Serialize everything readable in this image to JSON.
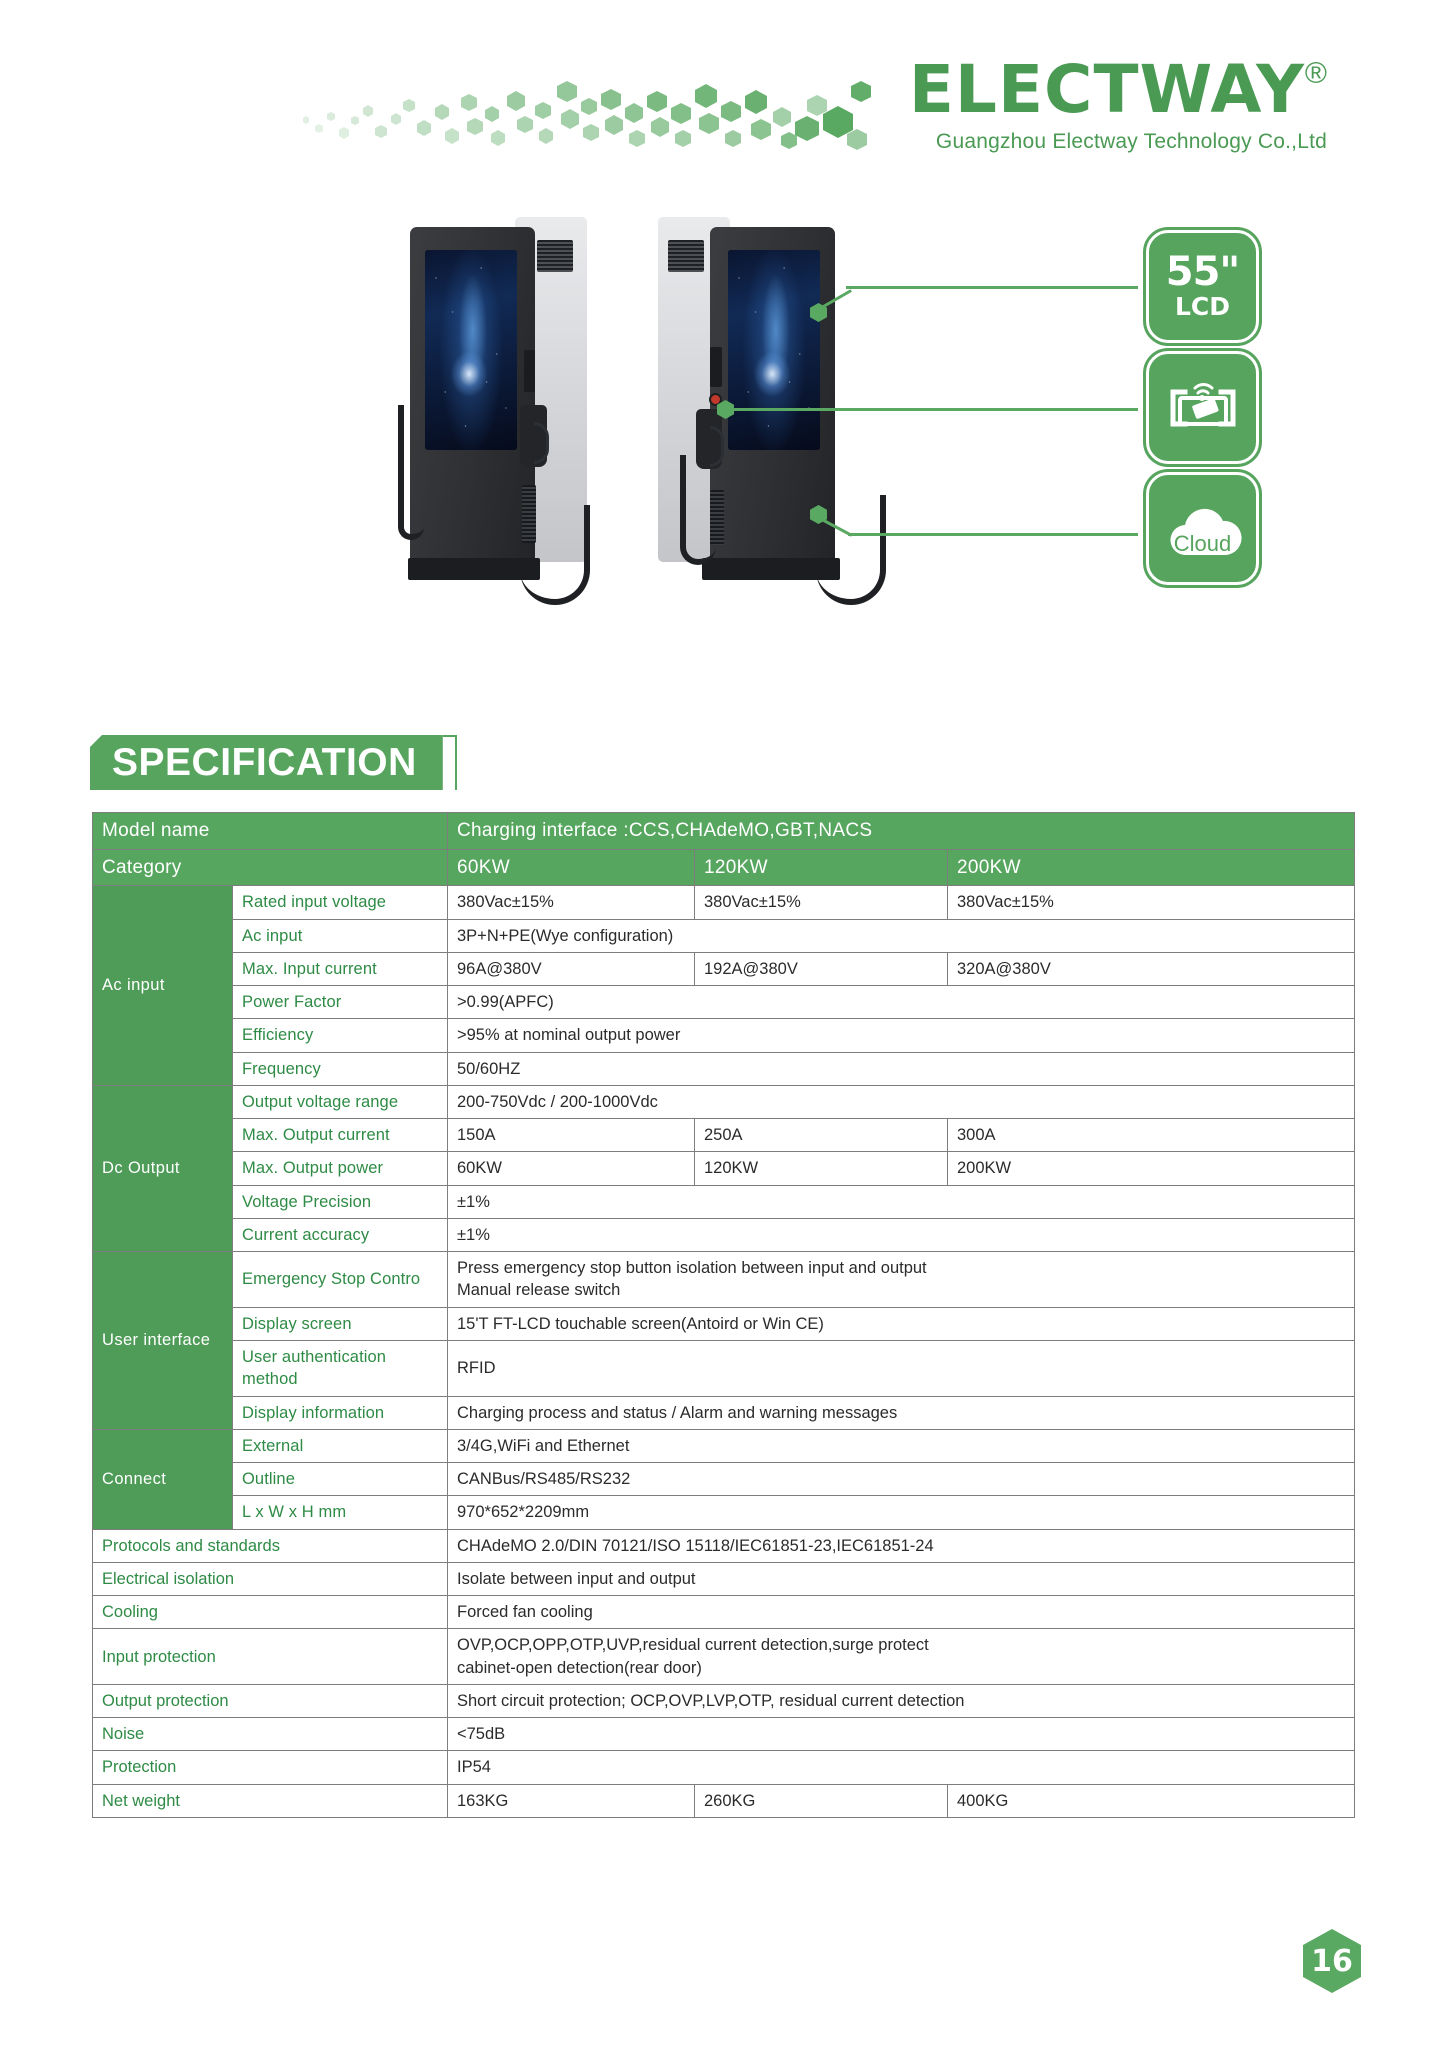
{
  "header": {
    "brand_name": "ELECTWAY",
    "brand_reg": "®",
    "company": "Guangzhou Electway Technology Co.,Ltd",
    "brand_color": "#4a9a54"
  },
  "hero": {
    "badges": [
      {
        "id": "lcd",
        "big": "55\"",
        "small": "LCD",
        "icon": "screen-size-icon"
      },
      {
        "id": "rfid",
        "label": "",
        "icon": "rfid-card-icon"
      },
      {
        "id": "cloud",
        "label": "Cloud",
        "icon": "cloud-icon"
      }
    ],
    "accent_color": "#5aa962"
  },
  "spec": {
    "section_title": "SPECIFICATION",
    "header_rows": {
      "model_name_label": "Model name",
      "model_name_value": "Charging interface :CCS,CHAdeMO,GBT,NACS",
      "category_label": "Category",
      "categories": [
        "60KW",
        "120KW",
        "200KW"
      ]
    },
    "groups": [
      {
        "name": "Ac input",
        "rows": [
          {
            "label": "Rated input voltage",
            "values": [
              "380Vac±15%",
              "380Vac±15%",
              "380Vac±15%"
            ],
            "span": false
          },
          {
            "label": "Ac input",
            "values": [
              "3P+N+PE(Wye configuration)"
            ],
            "span": true
          },
          {
            "label": "Max. Input current",
            "values": [
              "96A@380V",
              "192A@380V",
              "320A@380V"
            ],
            "span": false
          },
          {
            "label": "Power Factor",
            "values": [
              ">0.99(APFC)"
            ],
            "span": true
          },
          {
            "label": "Efficiency",
            "values": [
              ">95% at nominal output power"
            ],
            "span": true
          },
          {
            "label": "Frequency",
            "values": [
              "50/60HZ"
            ],
            "span": true
          }
        ]
      },
      {
        "name": "Dc Output",
        "rows": [
          {
            "label": "Output voltage range",
            "values": [
              "200-750Vdc / 200-1000Vdc"
            ],
            "span": true
          },
          {
            "label": "Max. Output current",
            "values": [
              "150A",
              "250A",
              "300A"
            ],
            "span": false
          },
          {
            "label": "Max. Output power",
            "values": [
              "60KW",
              "120KW",
              "200KW"
            ],
            "span": false
          },
          {
            "label": "Voltage Precision",
            "values": [
              "±1%"
            ],
            "span": true
          },
          {
            "label": "Current accuracy",
            "values": [
              "±1%"
            ],
            "span": true
          }
        ]
      },
      {
        "name": "User interface",
        "rows": [
          {
            "label": "Emergency Stop Contro",
            "values": [
              "Press emergency stop button isolation between input and output\nManual release switch"
            ],
            "span": true,
            "tall": true
          },
          {
            "label": "Display screen",
            "values": [
              "15'T FT-LCD touchable screen(Antoird or Win CE)"
            ],
            "span": true
          },
          {
            "label": "User authentication method",
            "values": [
              "RFID"
            ],
            "span": true
          },
          {
            "label": "Display information",
            "values": [
              "Charging process and status / Alarm and warning messages"
            ],
            "span": true
          }
        ]
      },
      {
        "name": "Connect",
        "rows": [
          {
            "label": "External",
            "values": [
              "3/4G,WiFi and Ethernet"
            ],
            "span": true
          },
          {
            "label": "Outline",
            "values": [
              "CANBus/RS485/RS232"
            ],
            "span": true
          },
          {
            "label": "L x W x H mm",
            "values": [
              "970*652*2209mm"
            ],
            "span": true
          }
        ]
      }
    ],
    "flat_rows": [
      {
        "label": "Protocols and standards",
        "values": [
          "CHAdeMO 2.0/DIN 70121/ISO 15118/IEC61851-23,IEC61851-24"
        ],
        "span": true
      },
      {
        "label": "Electrical isolation",
        "values": [
          "Isolate between input and output"
        ],
        "span": true
      },
      {
        "label": "Cooling",
        "values": [
          "Forced fan cooling"
        ],
        "span": true
      },
      {
        "label": "Input protection",
        "values": [
          "OVP,OCP,OPP,OTP,UVP,residual current detection,surge protect\ncabinet-open detection(rear door)"
        ],
        "span": true,
        "tall": true
      },
      {
        "label": "Output protection",
        "values": [
          "Short circuit protection; OCP,OVP,LVP,OTP, residual current detection"
        ],
        "span": true
      },
      {
        "label": "Noise",
        "values": [
          "<75dB"
        ],
        "span": true
      },
      {
        "label": "Protection",
        "values": [
          "IP54"
        ],
        "span": true
      },
      {
        "label": "Net weight",
        "values": [
          "163KG",
          "260KG",
          "400KG"
        ],
        "span": false
      }
    ]
  },
  "footer": {
    "page_number": "16"
  }
}
